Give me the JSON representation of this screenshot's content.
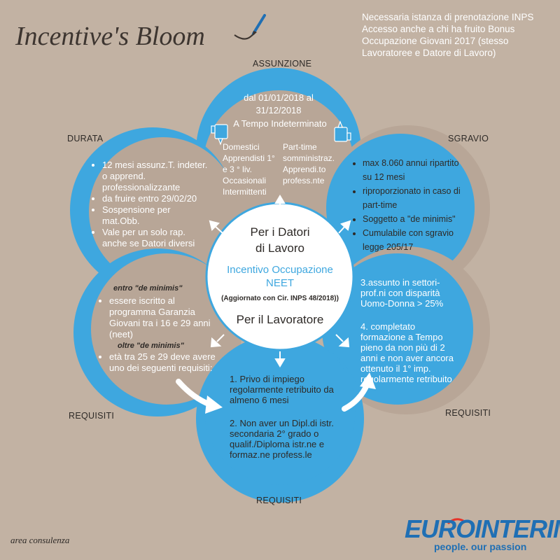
{
  "header": {
    "title": "Incentive's Bloom"
  },
  "note": [
    "Necessaria istanza di prenotazione INPS",
    "Accesso anche a chi ha fruito Bonus Occupazione Giovani 2017 (stesso Lavoratoree e Datore di Lavoro)"
  ],
  "labels": {
    "top": "ASSUNZIONE",
    "left": "DURATA",
    "right": "SGRAVIO",
    "bottom_left": "REQUISITI",
    "bottom_right": "REQUISITI",
    "bottom": "REQUISITI"
  },
  "center": {
    "line1": "Per i Datori",
    "line2": "di Lavoro",
    "incentive1": "Incentivo Occupazione",
    "incentive2": "NEET",
    "update": "(Aggiornato con Cir. INPS 48/2018))",
    "worker": "Per il Lavoratore"
  },
  "assunzione": {
    "dates": "dal 01/01/2018 al 31/12/2018",
    "contract": "A Tempo Indeterminato",
    "yes": "Part-time somministraz. Apprendi.to profess.nte",
    "no": "Domestici Apprendisti 1° e 3 ° liv. Occasionali Intermittenti"
  },
  "durata": [
    "12 mesi assunz.T. indeter. o apprend. professionalizzante",
    "da fruire entro 29/02/20",
    "Sospensione per mat.Obb.",
    "Vale per un solo rap. anche se Datori diversi"
  ],
  "sgravio": [
    "max 8.060  annui ripartito su 12 mesi",
    "riproporzionato in caso di part-time",
    "Soggetto a \"de minimis\"",
    "Cumulabile  con sgravio legge 205/17"
  ],
  "req_left": {
    "entro": "entro \"de minimis\"",
    "item1": "essere iscritto al programma Garanzia Giovani tra i 16 e 29 anni (neet)",
    "oltre": "oltre \"de minimis\"",
    "item2": "età tra 25 e 29 deve avere uno dei seguenti requisiti:"
  },
  "req_right": {
    "item3": "3.assunto in settori-prof.ni con disparità Uomo-Donna > 25%",
    "item4": "4. completato formazione a Tempo pieno da non  più di 2 anni e non aver ancora ottenuto il 1° imp. regolarmente retribuito"
  },
  "req_bottom": {
    "item1": "1. Privo di impiego regolarmente retribuito da almeno 6 mesi",
    "item2": "2. Non aver un Dipl.di istr. secondaria  2° grado o qualif./Diploma istr.ne e formaz.ne profess.le"
  },
  "footer": {
    "area": "area consulenza"
  },
  "logo": {
    "name": "EUROINTERIM",
    "slogan": "people. our passion"
  },
  "colors": {
    "blue": "#3ea7df",
    "taupe": "#c2b2a3",
    "petal_inner": "#b8a697",
    "logo": "#1f6fb4"
  }
}
